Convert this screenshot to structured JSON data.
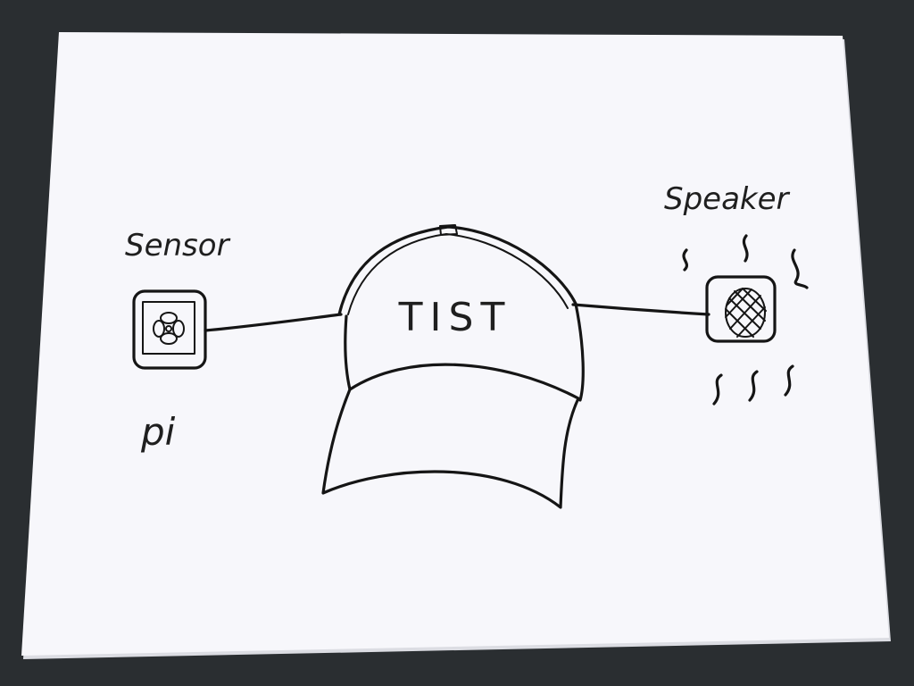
{
  "labels": {
    "sensor": "Sensor",
    "pi": "pi",
    "hat_text": "TIST",
    "speaker": "Speaker"
  },
  "colors": {
    "paper": "#f7f7fb",
    "ink": "#151515",
    "desk": "#2f3336"
  },
  "icons": {
    "sensor": "flower-icon",
    "speaker": "speaker-grille-icon",
    "sound": "sound-wave-icon"
  }
}
